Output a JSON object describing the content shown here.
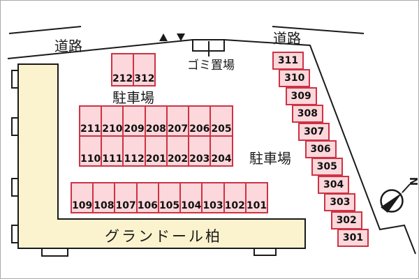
{
  "labels": {
    "road_left": "道路",
    "road_right": "道路",
    "garbage_area": "ゴミ置場",
    "parking_lot_top": "駐車場",
    "parking_lot_right": "駐車場",
    "building_name": "グランドール柏",
    "compass_north": "N"
  },
  "parking": {
    "top_pair": [
      "212",
      "312"
    ],
    "upper_row": [
      "211",
      "210",
      "209",
      "208",
      "207",
      "206",
      "205"
    ],
    "lower_row": [
      "110",
      "111",
      "112",
      "201",
      "202",
      "203",
      "204"
    ],
    "street_row": [
      "109",
      "108",
      "107",
      "106",
      "105",
      "104",
      "103",
      "102",
      "101"
    ],
    "right_diagonal": [
      "311",
      "310",
      "309",
      "308",
      "307",
      "306",
      "305",
      "304",
      "303",
      "302",
      "301"
    ]
  },
  "colors": {
    "space_fill": "#FCD7DB",
    "space_border": "#CC3344",
    "building_fill": "#FAF3CD",
    "line": "#1A1A1A"
  }
}
